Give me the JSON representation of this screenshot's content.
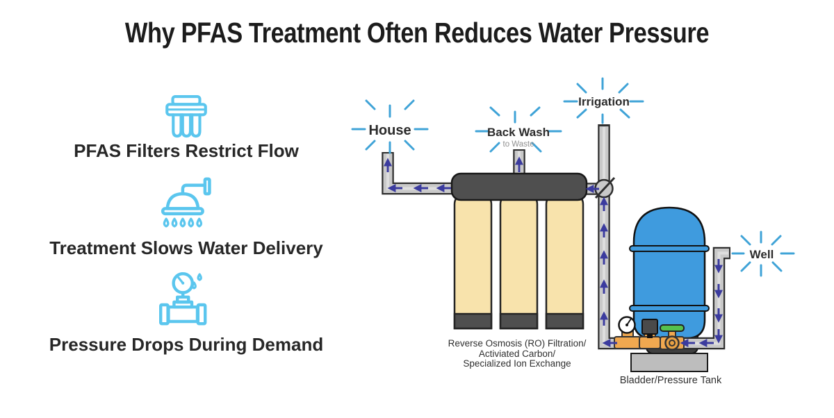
{
  "title": "Why PFAS Treatment Often Reduces Water Pressure",
  "left_panel": {
    "items": [
      {
        "icon": "filter-system-icon",
        "label": "PFAS Filters Restrict Flow"
      },
      {
        "icon": "shower-head-icon",
        "label": "Treatment Slows Water Delivery"
      },
      {
        "icon": "pressure-gauge-icon",
        "label": "Pressure Drops During Demand"
      }
    ]
  },
  "diagram": {
    "labels": {
      "house": "House",
      "backwash": "Back Wash",
      "backwash_sub": "to Waste",
      "irrigation": "Irrigation",
      "well": "Well",
      "filter_caption_1": "Reverse Osmosis (RO) Filtration/",
      "filter_caption_2": "Activiated Carbon/",
      "filter_caption_3": "Specialized Ion Exchange",
      "tank_caption": "Bladder/Pressure Tank"
    }
  },
  "colors": {
    "icon_blue": "#5BC6EE",
    "burst_blue": "#3FA3D7",
    "arrow_indigo": "#3B3B9E",
    "pipe_gray": "#C9C9C9",
    "dark_gray": "#4F4F4F",
    "tank_cream": "#F8E3AC",
    "tank_blue": "#3F9BDE",
    "brass_orange": "#F0A850",
    "valve_green": "#55C14E",
    "platform_gray": "#BDBDBD"
  }
}
